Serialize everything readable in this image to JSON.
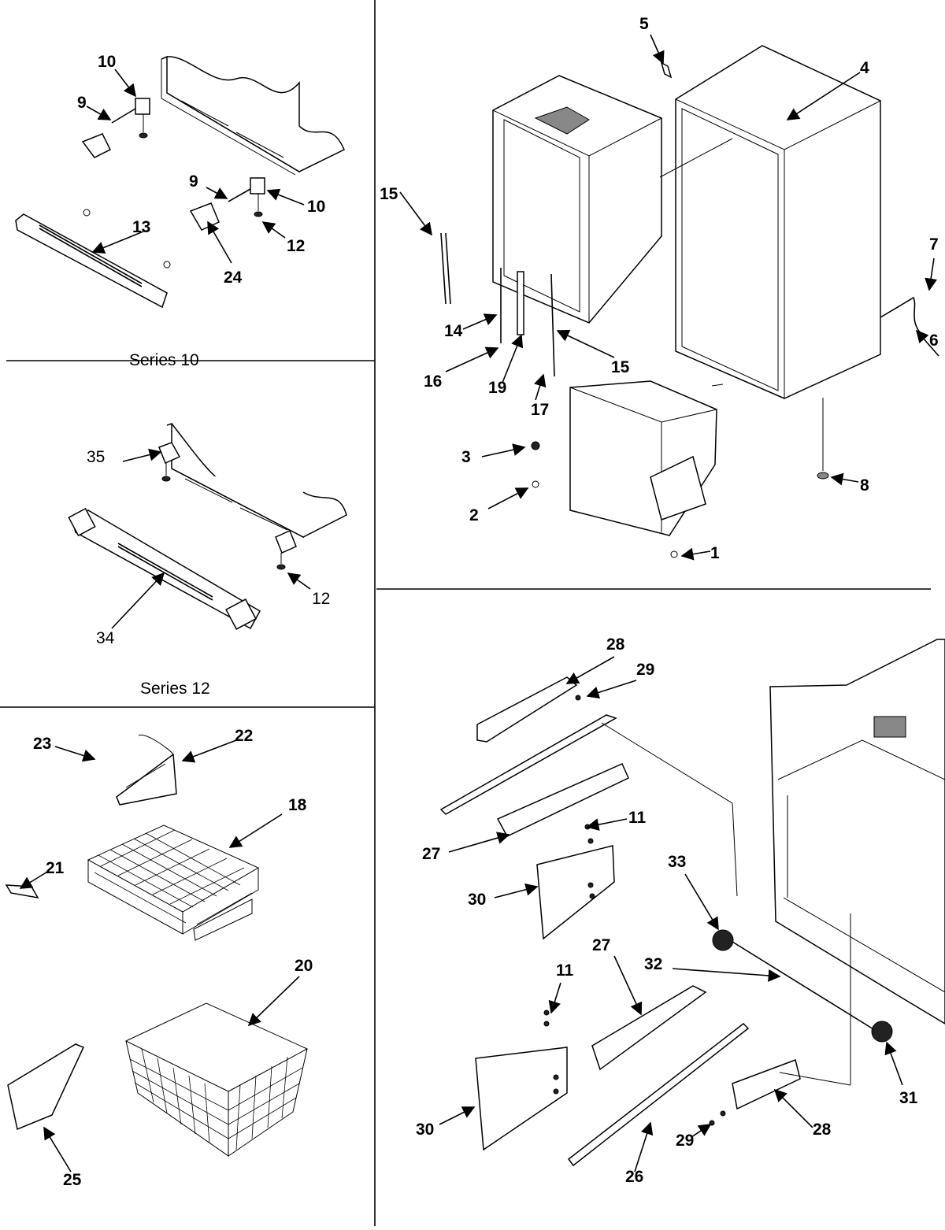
{
  "panels": {
    "series10": {
      "caption": "Series 10",
      "callouts": [
        "10",
        "9",
        "9",
        "10",
        "12",
        "13",
        "24"
      ]
    },
    "series12": {
      "caption": "Series 12",
      "callouts": [
        "35",
        "12",
        "34"
      ]
    },
    "baskets": {
      "callouts": [
        "23",
        "22",
        "18",
        "21",
        "20",
        "25"
      ]
    },
    "cabinet": {
      "callouts": [
        "5",
        "4",
        "15",
        "14",
        "16",
        "19",
        "15",
        "17",
        "7",
        "6",
        "3",
        "2",
        "8",
        "1"
      ]
    },
    "drawer": {
      "callouts": [
        "28",
        "29",
        "11",
        "27",
        "33",
        "30",
        "27",
        "11",
        "32",
        "31",
        "30",
        "29",
        "28",
        "26"
      ]
    }
  }
}
